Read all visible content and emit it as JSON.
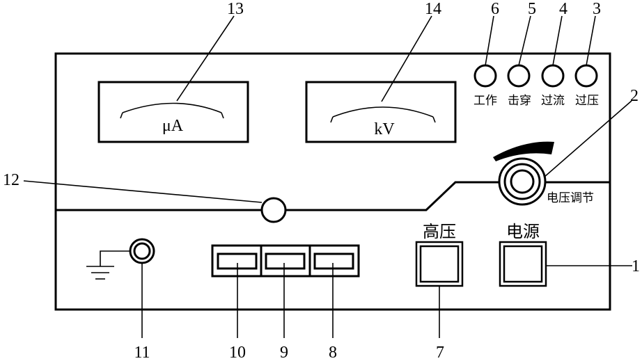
{
  "callouts": {
    "n1": "1",
    "n2": "2",
    "n3": "3",
    "n4": "4",
    "n5": "5",
    "n6": "6",
    "n7": "7",
    "n8": "8",
    "n9": "9",
    "n10": "10",
    "n11": "11",
    "n12": "12",
    "n13": "13",
    "n14": "14"
  },
  "meters": {
    "current_unit": "μA",
    "voltage_unit": "kV"
  },
  "indicators": {
    "work": "工作",
    "breakdown": "击穿",
    "overcurrent": "过流",
    "overvoltage": "过压"
  },
  "controls": {
    "voltage_adjust": "电压调节",
    "high_voltage": "高压",
    "power": "电源"
  }
}
